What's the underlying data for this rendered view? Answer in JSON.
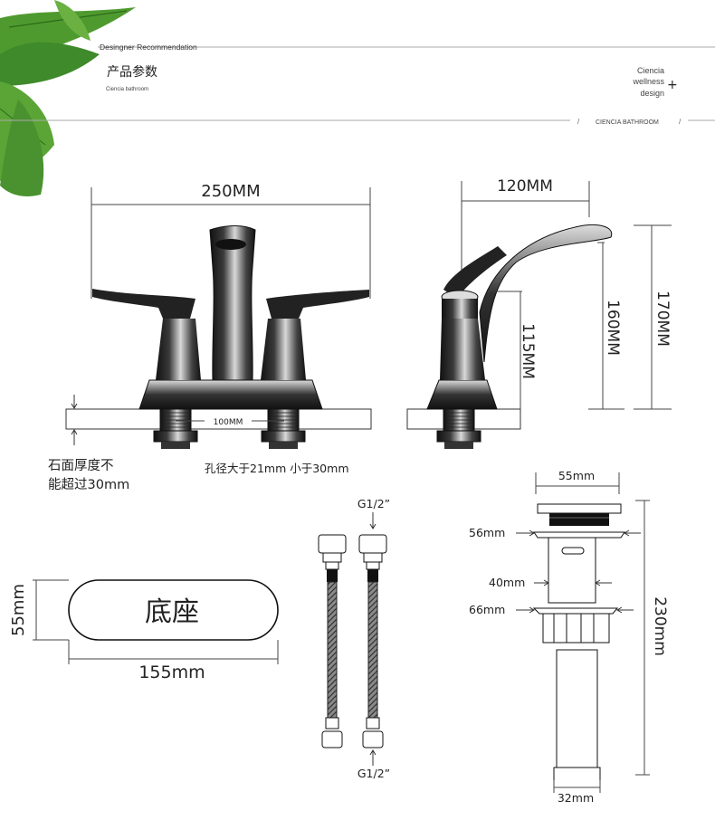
{
  "header": {
    "subtitle_en": "Desingner Recommendation",
    "title_cn": "产品参数",
    "brand_small": "Ciencia bathroom",
    "brand_lines": [
      "Ciencia",
      "wellness",
      "design"
    ],
    "plus": "+",
    "tag_slash_left": "/",
    "tag": "CIENCIA BATHROOM",
    "tag_slash_right": "/"
  },
  "faucet_front": {
    "width_label": "250MM",
    "spacing_label": "100MM",
    "stone_note_line1": "石面厚度不",
    "stone_note_line2": "能超过30mm",
    "hole_note": "孔径大于21mm 小于30mm"
  },
  "faucet_side": {
    "reach_label": "120MM",
    "height_115": "115MM",
    "height_160": "160MM",
    "height_170": "170MM"
  },
  "base_plate": {
    "label": "底座",
    "width_label": "155mm",
    "height_label": "55mm"
  },
  "hoses": {
    "top_label": "G1/2”",
    "bottom_label": "G1/2”"
  },
  "drain": {
    "top_width": "55mm",
    "flange": "56mm",
    "body": "40mm",
    "nut": "66mm",
    "total_height": "230mm",
    "tail": "32mm"
  },
  "colors": {
    "chrome_dark": "#1f1f1f",
    "leaf_green": "#3f8a2a",
    "rule_gray": "#999999"
  }
}
